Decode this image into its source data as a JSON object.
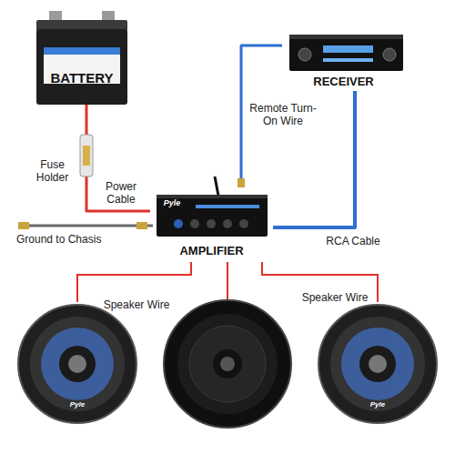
{
  "diagram": {
    "nodes": [
      {
        "text": [
          "BATTERY"
        ]
      },
      {
        "text": [
          "RECEIVER"
        ]
      },
      {
        "text": [
          "AMPLIFIER"
        ]
      }
    ],
    "edges": [
      {
        "from": 0,
        "to": 2,
        "arrow": "none",
        "label": "Power Cable"
      },
      {
        "from": 1,
        "to": 2,
        "arrow": "none",
        "label": "Remote Turn-On Wire"
      },
      {
        "from": 1,
        "to": 2,
        "arrow": "none",
        "label": "RCA Cable"
      }
    ],
    "labels": [
      "Fuse Holder",
      "Ground to Chasis",
      "Speaker Wire",
      "Speaker Wire",
      "Pyle",
      "Pyle",
      "Pyle"
    ]
  }
}
